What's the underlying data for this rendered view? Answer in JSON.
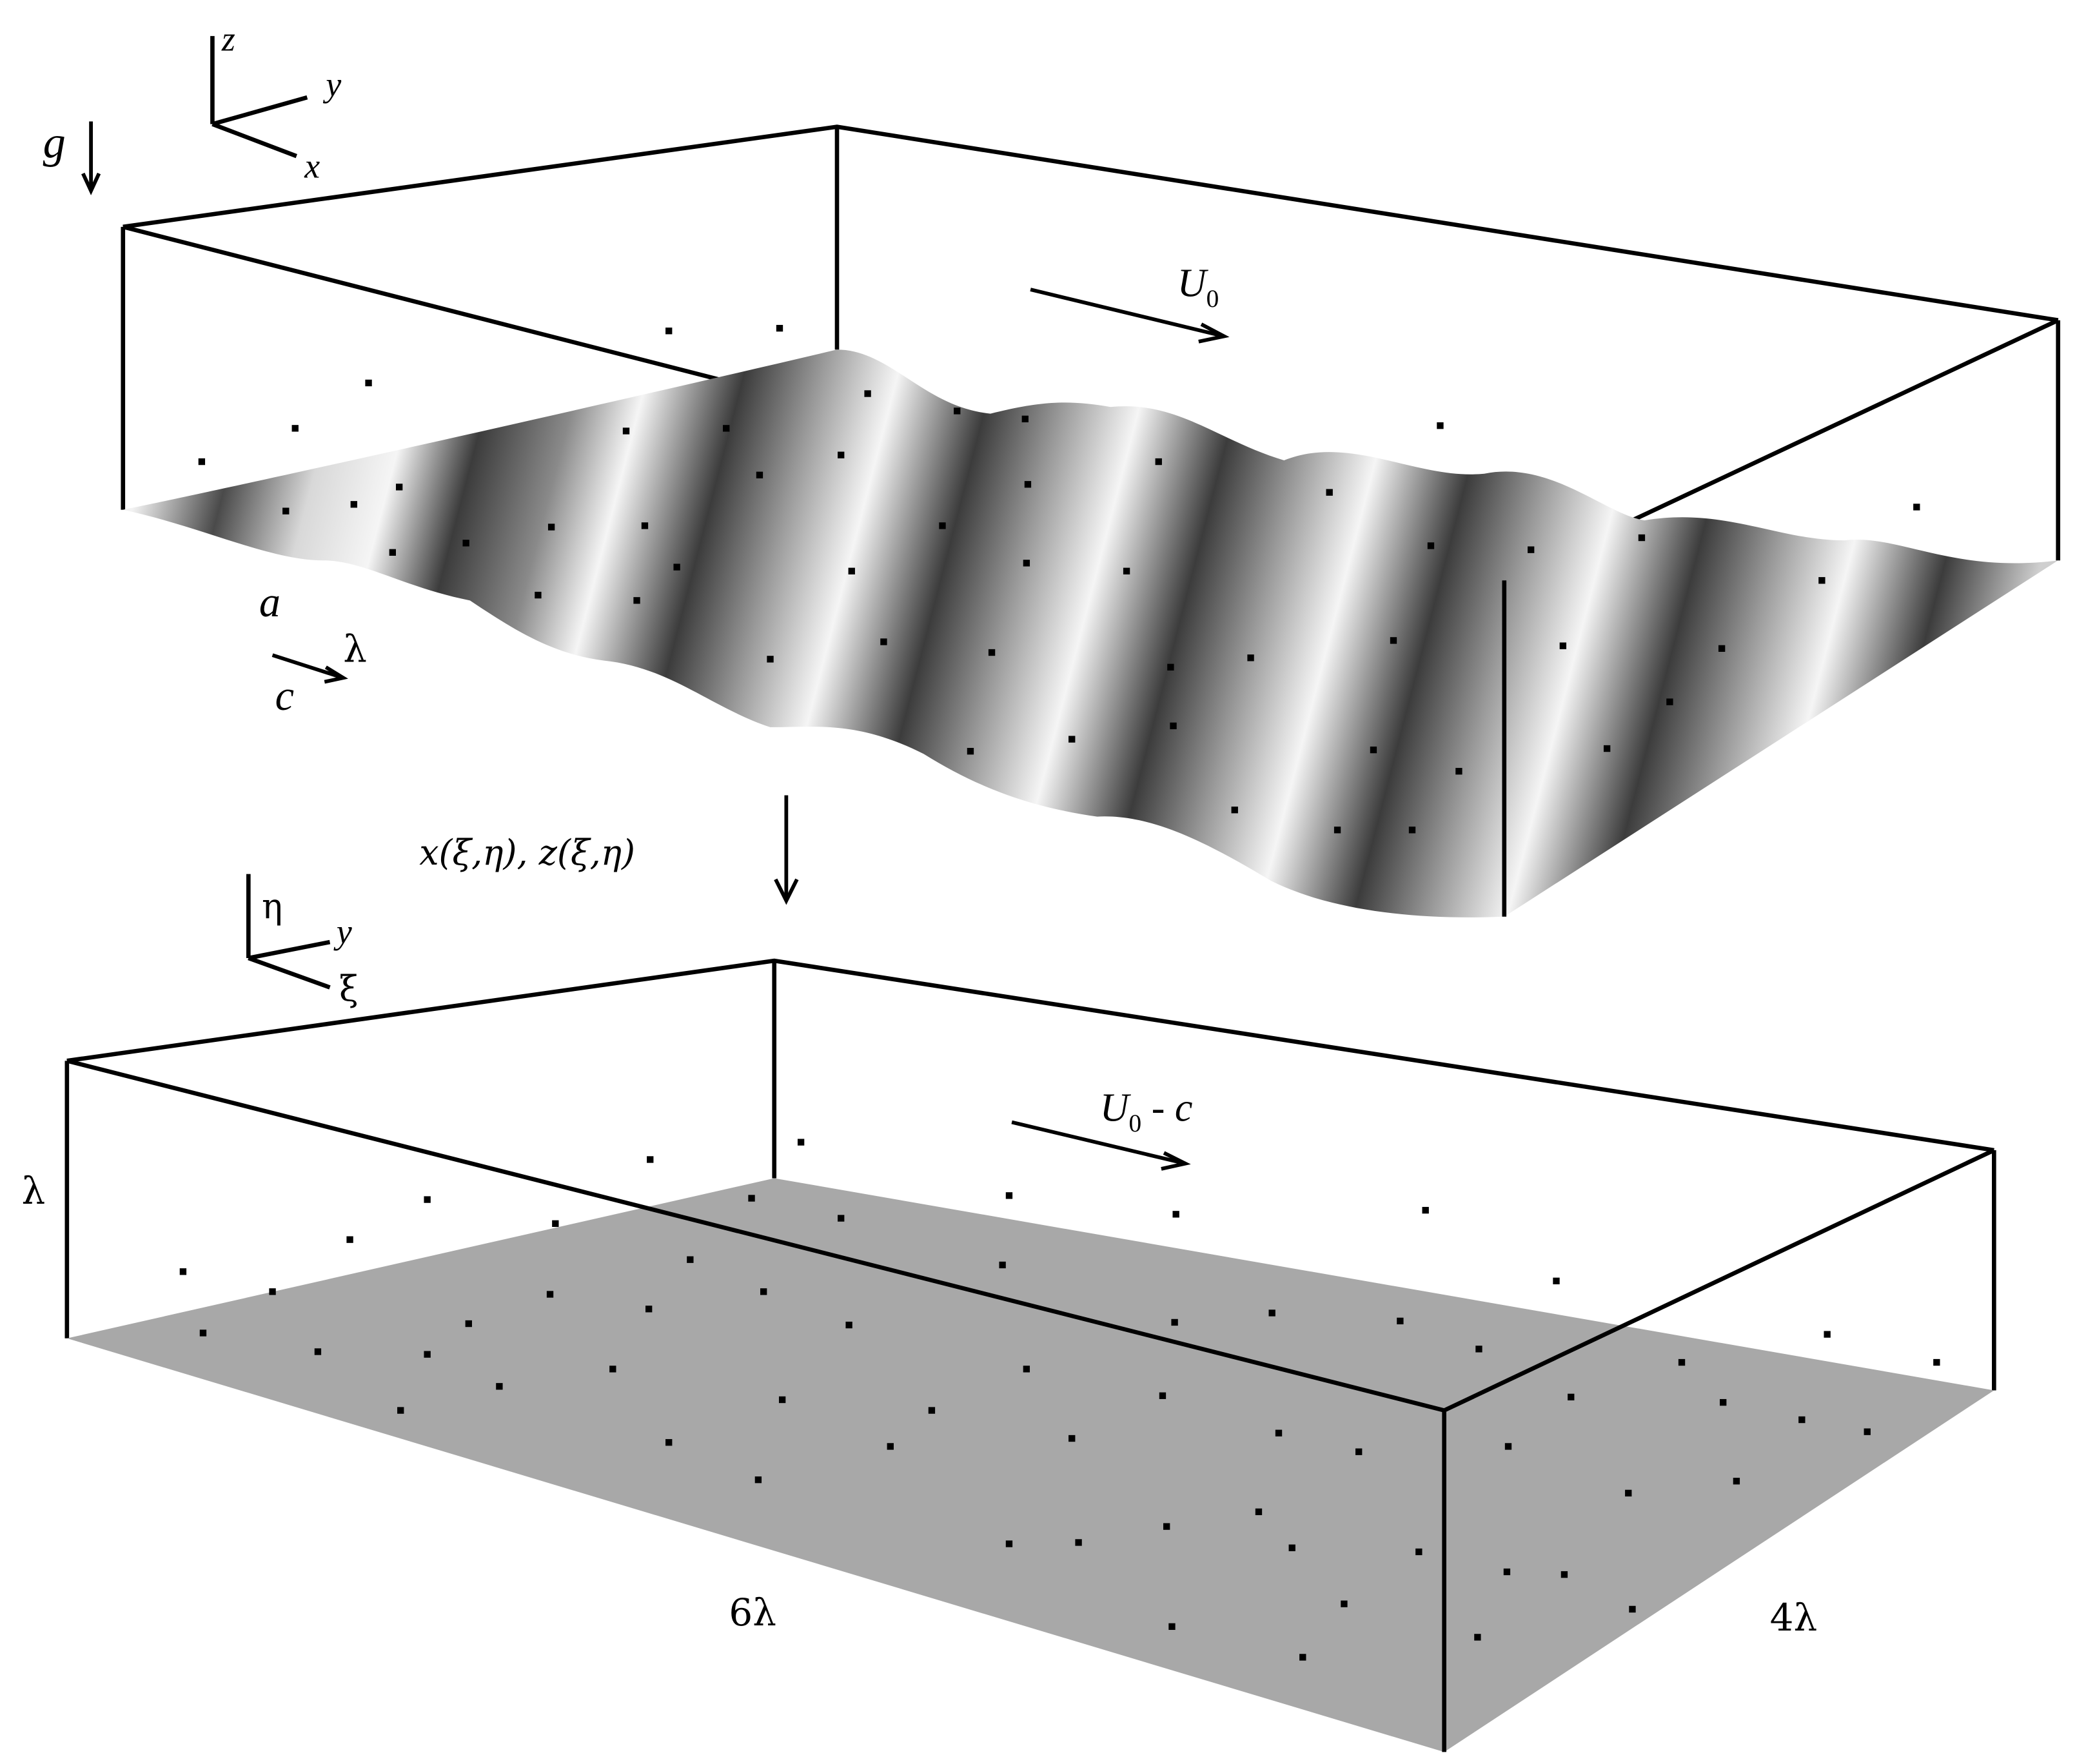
{
  "top_panel": {
    "axis_labels": {
      "z": "z",
      "y": "y",
      "x": "x"
    },
    "gravity_label": "g",
    "flow_label": "U",
    "flow_subscript": "0",
    "amplitude_label": "a",
    "wavelength_label": "λ",
    "phase_speed_label": "c"
  },
  "transform_label": "x(ξ,η), z(ξ,η)",
  "bottom_panel": {
    "axis_labels": {
      "eta": "η",
      "y": "y",
      "xi": "ξ"
    },
    "flow_label_main": "U",
    "flow_subscript": "0",
    "flow_label_suffix": " - c",
    "height_label": "λ",
    "length_label": "6λ",
    "width_label": "4λ"
  }
}
